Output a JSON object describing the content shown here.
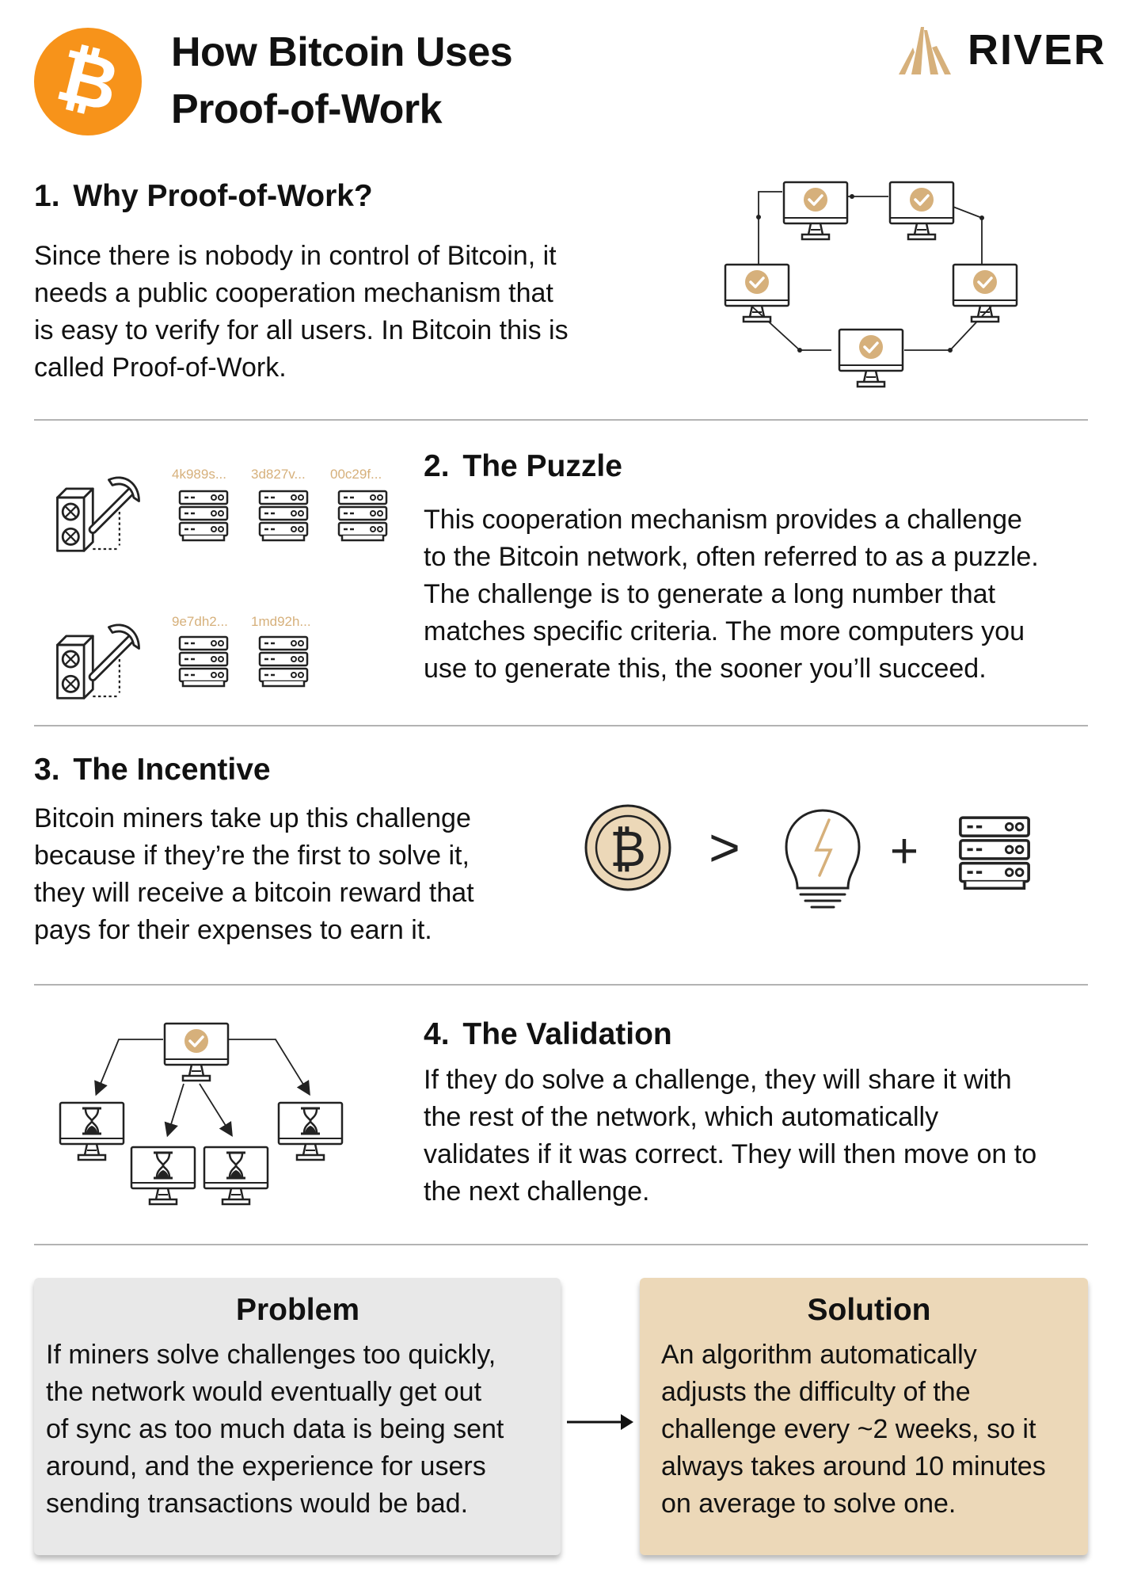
{
  "header": {
    "title_line1": "How Bitcoin Uses",
    "title_line2": "Proof-of-Work",
    "brand": "RIVER",
    "logo_icon": "bitcoin-icon",
    "brand_icon": "river-mountain-icon"
  },
  "sections": [
    {
      "number": "1.",
      "title": "Why Proof-of-Work?",
      "lines": [
        "Since there is nobody in control of Bitcoin, it",
        "needs a public cooperation mechanism that",
        "is easy to verify for all users. In Bitcoin this is",
        "called Proof-of-Work."
      ]
    },
    {
      "number": "2.",
      "title": "The Puzzle",
      "lines": [
        "This cooperation mechanism provides a challenge",
        "to the Bitcoin network, often referred to as a puzzle.",
        "The challenge is to generate a long number that",
        "matches specific criteria. The more computers you",
        "use to generate this, the sooner you’ll succeed."
      ],
      "hashes": [
        "4k989s...",
        "3d827v...",
        "00c29f...",
        "9e7dh2...",
        "1md92h..."
      ]
    },
    {
      "number": "3.",
      "title": "The Incentive",
      "lines": [
        "Bitcoin miners take up this challenge",
        "because if they’re the first to solve it,",
        "they will receive a bitcoin reward that",
        "pays for their expenses to earn it."
      ],
      "greater_than": ">",
      "plus": "+"
    },
    {
      "number": "4.",
      "title": "The Validation",
      "lines": [
        "If they do solve a challenge, they will share it with",
        "the rest of the network, which automatically",
        "validates if it was correct. They will then move on to",
        "the next challenge."
      ]
    }
  ],
  "problem": {
    "title": "Problem",
    "lines": [
      "If miners solve challenges too quickly,",
      "the network would eventually get out",
      "of sync as too much data is being sent",
      "around, and the experience for users",
      "sending transactions would be bad."
    ]
  },
  "solution": {
    "title": "Solution",
    "lines": [
      "An algorithm automatically",
      "adjusts the difficulty of the",
      "challenge every ~2 weeks, so it",
      "always takes around 10 minutes",
      "on average to solve one."
    ]
  },
  "colors": {
    "bitcoin_orange": "#f7931a",
    "gold": "#d6b07b",
    "problem_bg": "#e8e8e8",
    "solution_bg": "#ecd8b8",
    "divider": "#b3b3b3"
  }
}
